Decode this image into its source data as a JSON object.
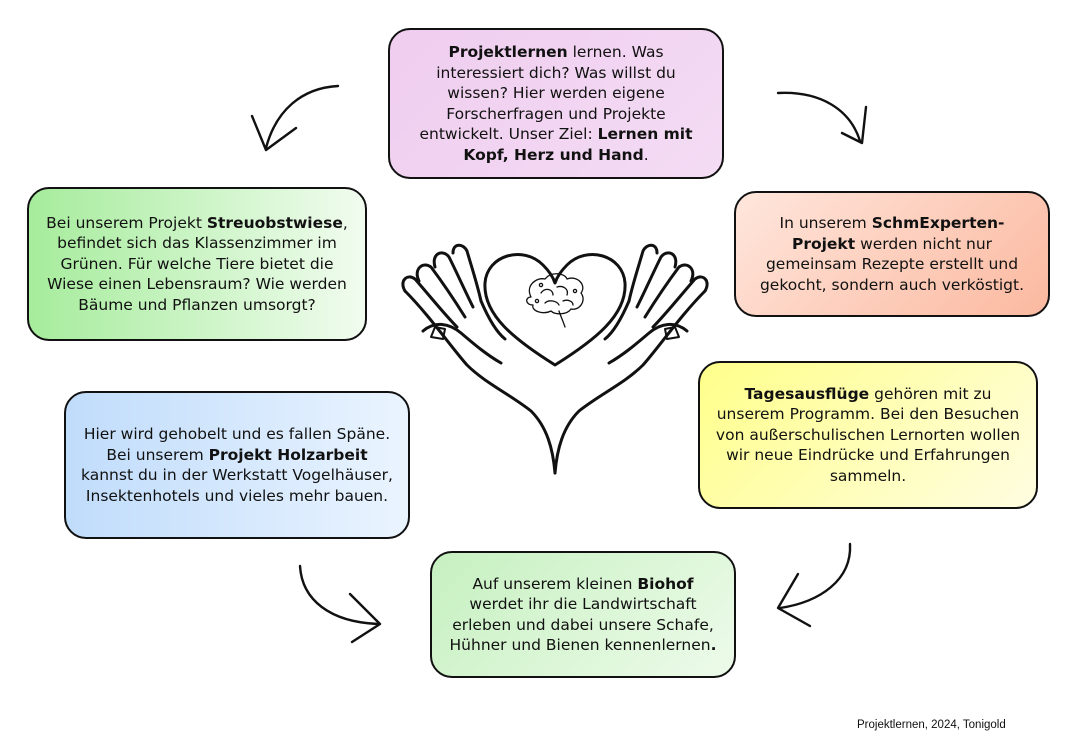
{
  "boxes": {
    "top": {
      "t1": "Projektlernen",
      "t2": " lernen. Was interessiert dich? Was willst du wissen? Hier werden eigene Forscherfragen und Projekte entwickelt. Unser Ziel: ",
      "t3": "Lernen mit Kopf, Herz und Hand",
      "t4": "."
    },
    "right1": {
      "t1": "In unserem ",
      "t2": "SchmExperten-Projekt",
      "t3": " werden nicht nur gemeinsam Rezepte erstellt und gekocht, sondern auch verköstigt."
    },
    "right2": {
      "t1": "Tagesausflüge",
      "t2": " gehören mit zu unserem Programm. Bei den Besuchen von außerschulischen Lernorten wollen wir neue Eindrücke und Erfahrungen sammeln."
    },
    "bottom": {
      "t1": "Auf unserem kleinen ",
      "t2": "Biohof",
      "t3": " werdet ihr die Landwirtschaft erleben und dabei unsere Schafe, Hühner und Bienen kennenlernen",
      "t4": "."
    },
    "left2": {
      "t1": "Hier wird gehobelt und es fallen Späne. Bei unserem ",
      "t2": "Projekt Holzarbeit",
      "t3": " kannst du in der Werkstatt Vogelhäuser, Insektenhotels und vieles mehr bauen."
    },
    "left1": {
      "t1": "Bei unserem Projekt ",
      "t2": "Streuobstwiese",
      "t3": ", befindet sich das Klassenzimmer im Grünen. Für welche Tiere bietet die Wiese einen Lebensraum? Wie werden Bäume und Pflanzen umsorgt?"
    }
  },
  "caption": "Projektlernen, 2024, Tonigold",
  "icons": {
    "center": "hands-heart-brain-icon",
    "arrows": "curved-arrow-icon"
  }
}
